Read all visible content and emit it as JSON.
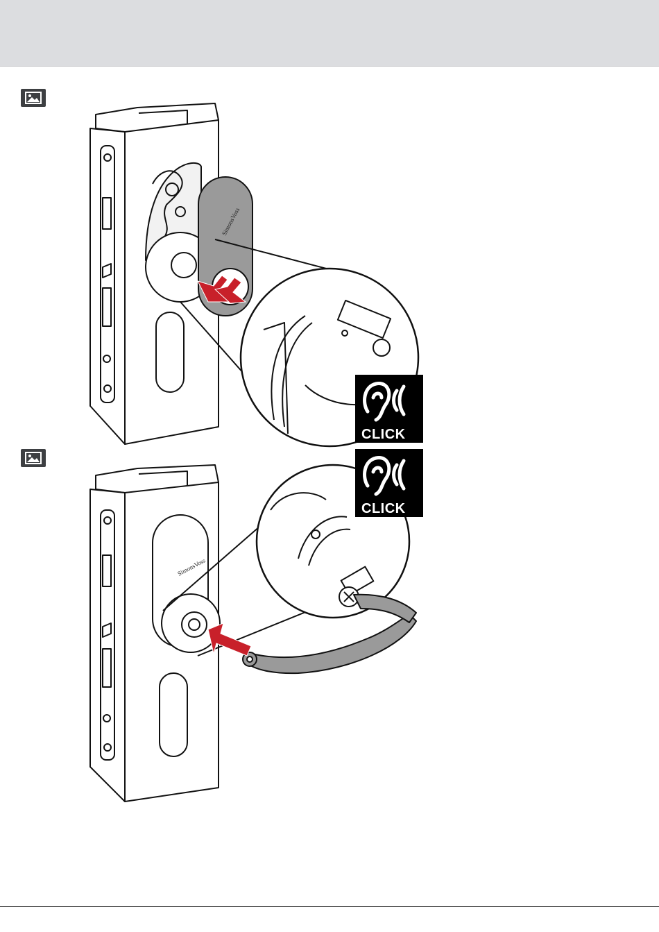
{
  "figures": [
    {
      "badge_icon": "image-icon",
      "lock_brand_text": "SimonsVoss",
      "callout_icon": "ear-sound-icon",
      "callout_label": "CLICK",
      "arrow_color": "#c8202a",
      "accent_gray": "#9a9a9a"
    },
    {
      "badge_icon": "image-icon",
      "lock_brand_text": "SimonsVoss",
      "callout_icon": "ear-sound-icon",
      "callout_label": "CLICK",
      "arrow_color": "#c8202a",
      "accent_gray": "#9a9a9a"
    }
  ],
  "colors": {
    "header_band": "#dcdde0",
    "badge": "#3d3f42",
    "line": "#111111",
    "arrow": "#c8202a",
    "cap_gray": "#9a9a9a"
  }
}
